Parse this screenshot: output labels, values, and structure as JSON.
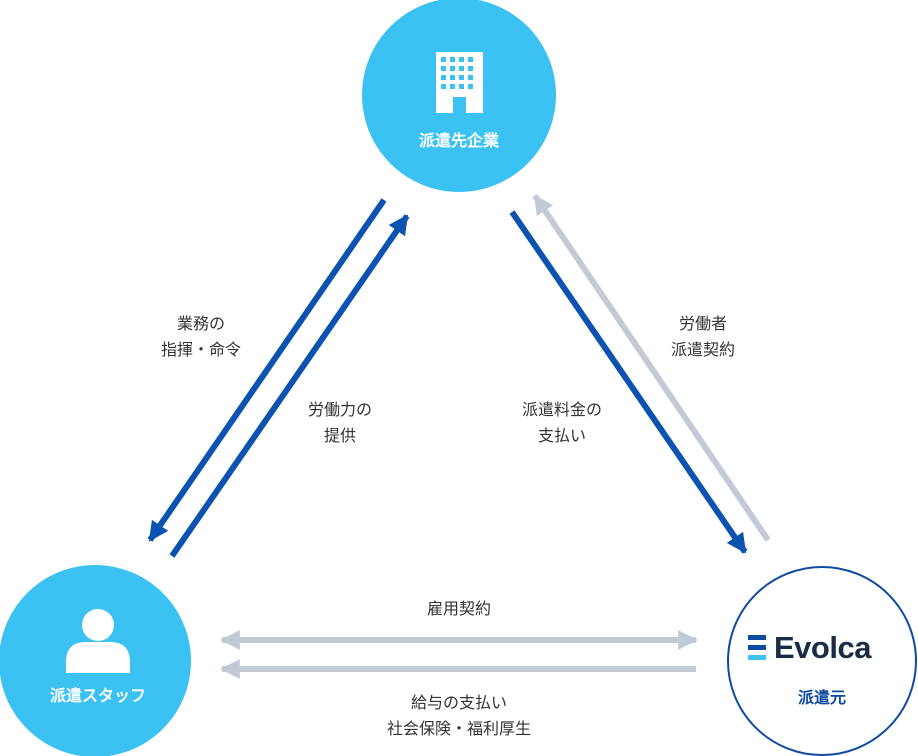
{
  "colors": {
    "circle_fill": "#3cc2f2",
    "arrow_dark": "#0c52b0",
    "arrow_light": "#c2cad6",
    "brand": "#0f4aa1",
    "text": "#333333"
  },
  "nodes": {
    "client": {
      "label": "派遣先企業",
      "icon": "building-icon"
    },
    "staff": {
      "label": "派遣スタッフ",
      "icon": "person-icon"
    },
    "agency": {
      "label": "派遣元",
      "logo_text": "Evolca",
      "icon": "evolca-logo"
    }
  },
  "edges": {
    "direction_command": {
      "line1": "業務の",
      "line2": "指揮・命令"
    },
    "labor_provision": {
      "line1": "労働力の",
      "line2": "提供"
    },
    "dispatch_fee": {
      "line1": "派遣料金の",
      "line2": "支払い"
    },
    "worker_contract": {
      "line1": "労働者",
      "line2": "派遣契約"
    },
    "employment_contract": {
      "line1": "雇用契約"
    },
    "salary_welfare": {
      "line1": "給与の支払い",
      "line2": "社会保険・福利厚生"
    }
  }
}
